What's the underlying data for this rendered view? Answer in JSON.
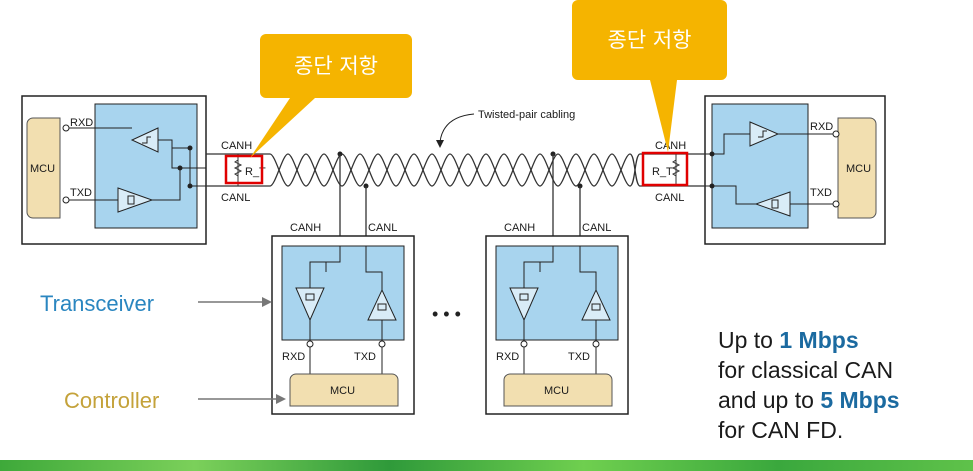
{
  "callouts": {
    "left": "종단 저항",
    "right": "종단 저항"
  },
  "cable_label": "Twisted-pair cabling",
  "nodes": {
    "left": {
      "rxd": "RXD",
      "txd": "TXD",
      "mcu": "MCU",
      "canh": "CANH",
      "canl": "CANL",
      "resistor": "R_T"
    },
    "right": {
      "rxd": "RXD",
      "txd": "TXD",
      "mcu": "MCU",
      "canh": "CANH",
      "canl": "CANL",
      "resistor": "R_T"
    },
    "mid1": {
      "canh": "CANH",
      "canl": "CANL",
      "rxd": "RXD",
      "txd": "TXD",
      "mcu": "MCU"
    },
    "mid2": {
      "canh": "CANH",
      "canl": "CANL",
      "rxd": "RXD",
      "txd": "TXD",
      "mcu": "MCU"
    }
  },
  "side_labels": {
    "transceiver": "Transceiver",
    "controller": "Controller"
  },
  "ellipsis": "• • •",
  "speed_text": {
    "line1_pre": "Up to ",
    "line1_hl": "1 Mbps",
    "line2": "for classical CAN",
    "line3_pre": "and up to ",
    "line3_hl": "5 Mbps",
    "line4": "for CAN FD."
  },
  "colors": {
    "transceiver_fill": "#a8d4ee",
    "mcu_fill": "#f2dfb0",
    "callout": "#f5b400",
    "highlight_box": "#e00000",
    "transceiver_text": "#2a86c0",
    "controller_text": "#c4a23a",
    "speed_highlight": "#1b6aa0"
  }
}
